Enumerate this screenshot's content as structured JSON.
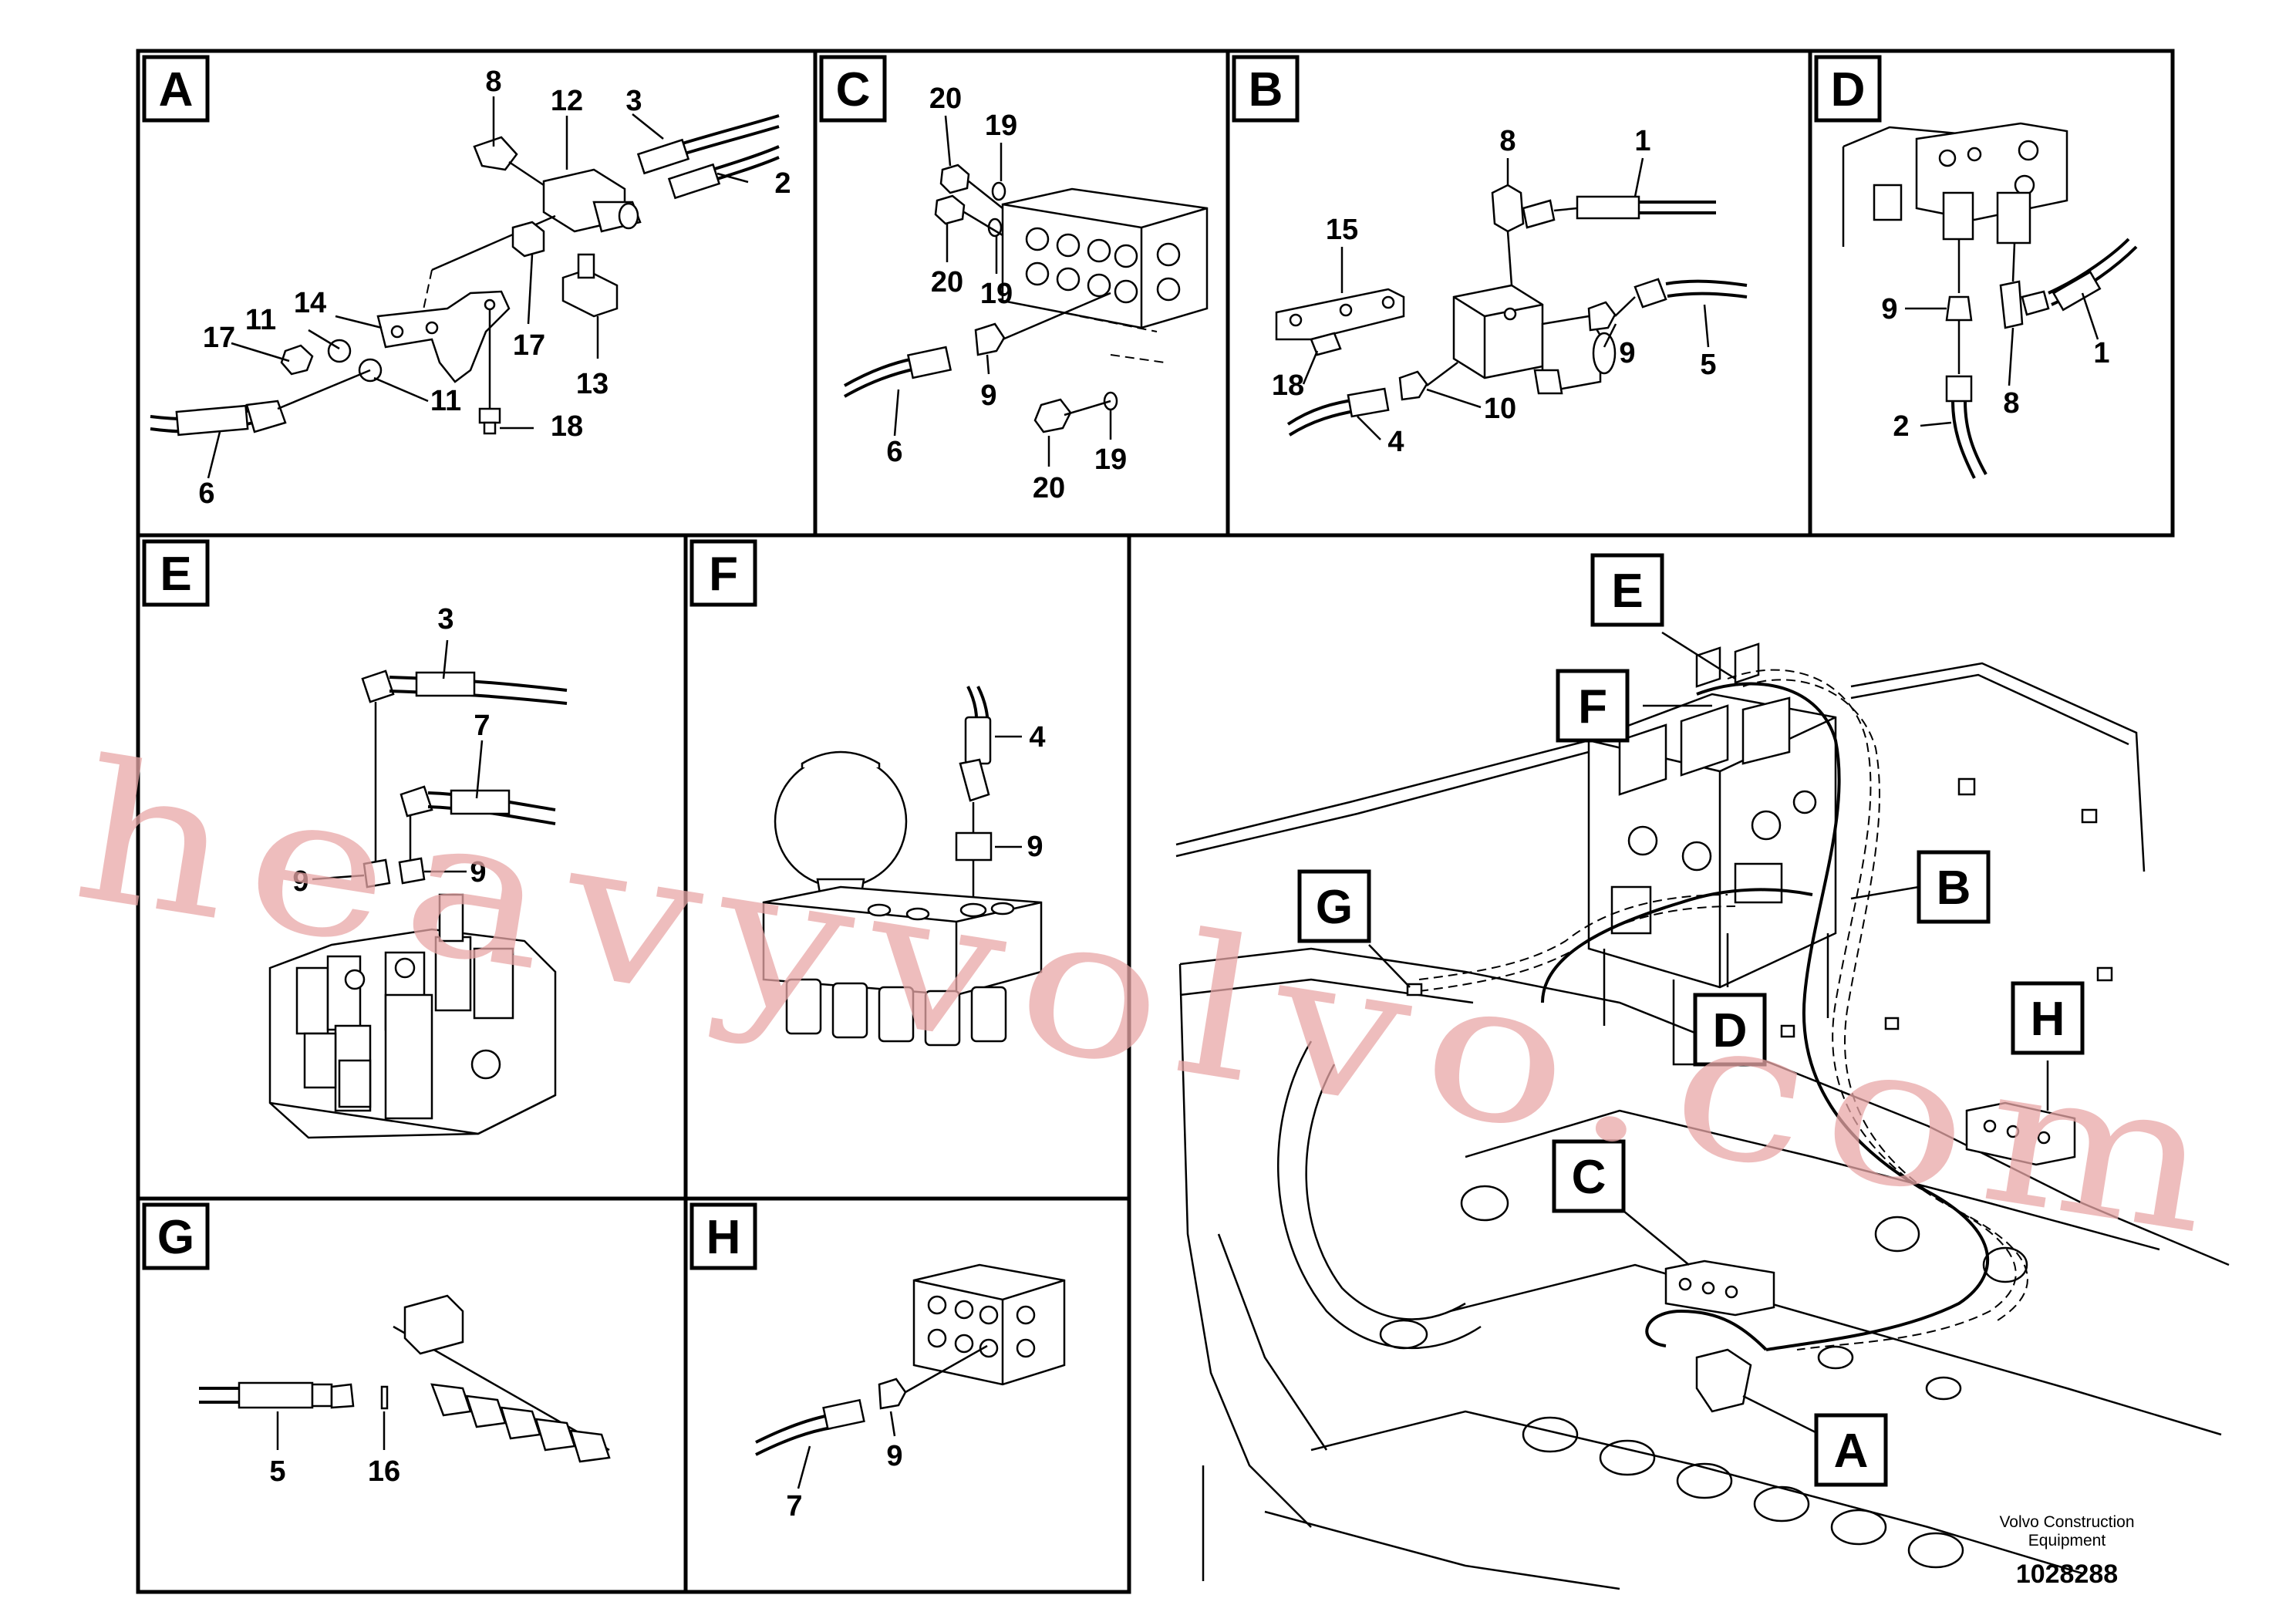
{
  "panels": [
    {
      "id": "A",
      "tag": "A",
      "callouts": [
        "8",
        "12",
        "3",
        "2",
        "14",
        "11",
        "17",
        "17",
        "13",
        "11",
        "18",
        "6"
      ]
    },
    {
      "id": "C",
      "tag": "C",
      "callouts": [
        "20",
        "19",
        "20",
        "19",
        "6",
        "9",
        "20",
        "19"
      ]
    },
    {
      "id": "B",
      "tag": "B",
      "callouts": [
        "8",
        "1",
        "15",
        "9",
        "5",
        "18",
        "4",
        "10"
      ]
    },
    {
      "id": "D",
      "tag": "D",
      "callouts": [
        "9",
        "1",
        "2",
        "8"
      ]
    },
    {
      "id": "E",
      "tag": "E",
      "callouts": [
        "3",
        "7",
        "9",
        "9"
      ]
    },
    {
      "id": "F",
      "tag": "F",
      "callouts": [
        "4",
        "9"
      ]
    },
    {
      "id": "G",
      "tag": "G",
      "callouts": [
        "5",
        "16"
      ]
    },
    {
      "id": "H",
      "tag": "H",
      "callouts": [
        "7",
        "9"
      ]
    }
  ],
  "overview": {
    "tags": [
      "E",
      "F",
      "G",
      "B",
      "D",
      "H",
      "C",
      "A"
    ]
  },
  "footer": {
    "company_line1": "Volvo Construction",
    "company_line2": "Equipment",
    "drawing_number": "1028288"
  },
  "watermark": "heavyvolvo.com"
}
